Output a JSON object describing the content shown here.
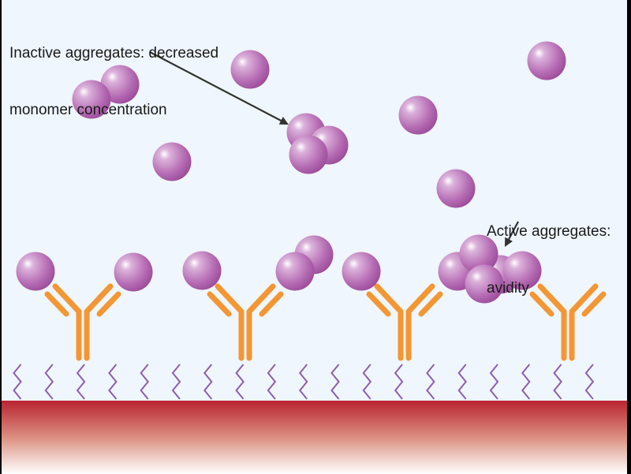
{
  "annotations": {
    "inactive": {
      "line1": "Inactive aggregates: decreased",
      "line2": "monomer concentration"
    },
    "active": {
      "line1": "Active aggregates:",
      "line2": "avidity"
    }
  },
  "colors": {
    "background": "#eff6fd",
    "sphere_base": "#a95aa8",
    "sphere_highlight": "#ffffff",
    "antibody": "#f49633",
    "antibody_edge": "#f58220",
    "linker": "#8c5fb0",
    "surface_top": "#b82430",
    "surface_bottom": "#ffffff",
    "arrow": "#333333",
    "border": "#000000"
  },
  "scene": {
    "free_monomers": 6,
    "inactive_aggregates": 2,
    "bound_monomers": 5,
    "active_aggregate_size": 5,
    "antibodies": 4,
    "surface_linkers": 19
  }
}
